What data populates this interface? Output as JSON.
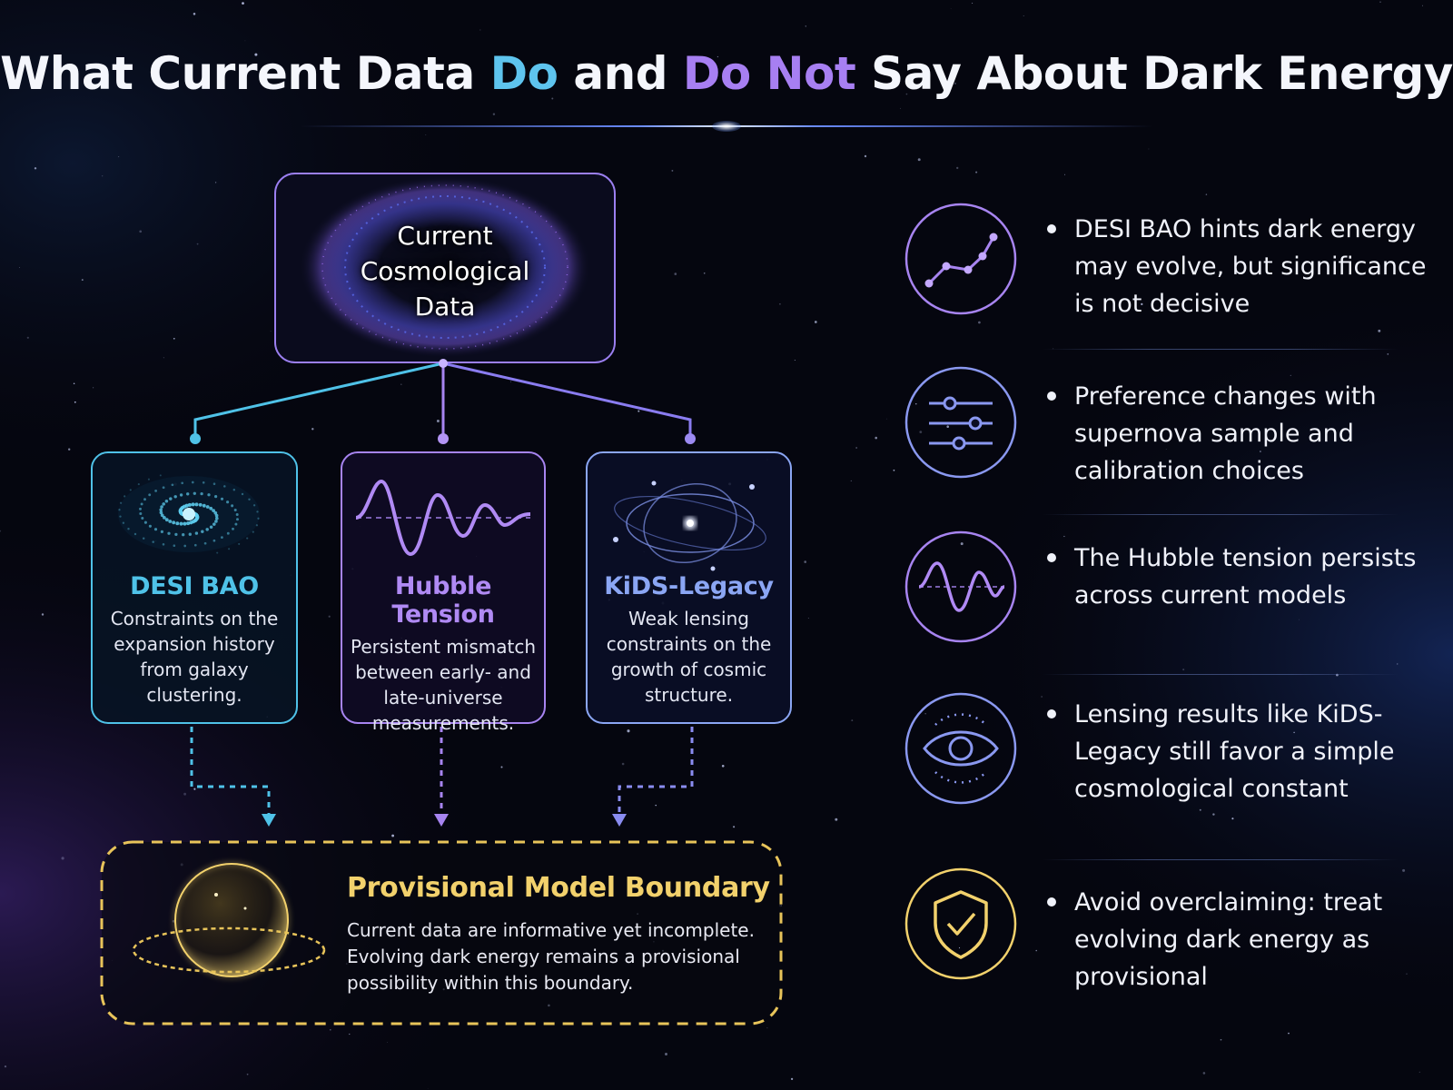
{
  "title": {
    "part1": "What Current Data ",
    "do": "Do",
    "part2": " and ",
    "do_not": "Do Not",
    "part3": " Say About Dark Energy"
  },
  "center_node": {
    "lines": [
      "Current",
      "Cosmological",
      "Data"
    ]
  },
  "cards": [
    {
      "title": "DESI BAO",
      "description": "Constraints on the expansion history from galaxy clustering.",
      "color": "#4fc2e8",
      "icon": "spiral-galaxy-icon"
    },
    {
      "title": "Hubble Tension",
      "description": "Persistent mismatch between early- and late-universe measurements.",
      "color": "#a784f0",
      "icon": "wave-icon"
    },
    {
      "title": "KiDS-Legacy",
      "description": "Weak lensing constraints on the growth of cosmic structure.",
      "color": "#8ba6f4",
      "icon": "orbit-lensing-icon"
    }
  ],
  "boundary": {
    "title": "Provisional Model Boundary",
    "description": "Current data are informative yet incomplete. Evolving dark energy remains a provisional possibility within this boundary.",
    "color": "#f2d16c",
    "icon": "sphere-ring-icon"
  },
  "bullets": [
    {
      "text": "DESI BAO hints dark energy may evolve, but significance is not decisive",
      "icon": "trend-chart-icon",
      "color": "#a784f0"
    },
    {
      "text": "Preference changes with supernova sample and calibration choices",
      "icon": "sliders-icon",
      "color": "#8a98f0"
    },
    {
      "text": "The Hubble tension persists across current models",
      "icon": "wave-icon",
      "color": "#a784f0"
    },
    {
      "text": "Lensing results like KiDS-Legacy still favor a simple cosmological constant",
      "icon": "eye-icon",
      "color": "#8a98f0"
    },
    {
      "text": "Avoid overclaiming: treat evolving dark energy as provisional",
      "icon": "shield-check-icon",
      "color": "#f2d16c"
    }
  ]
}
